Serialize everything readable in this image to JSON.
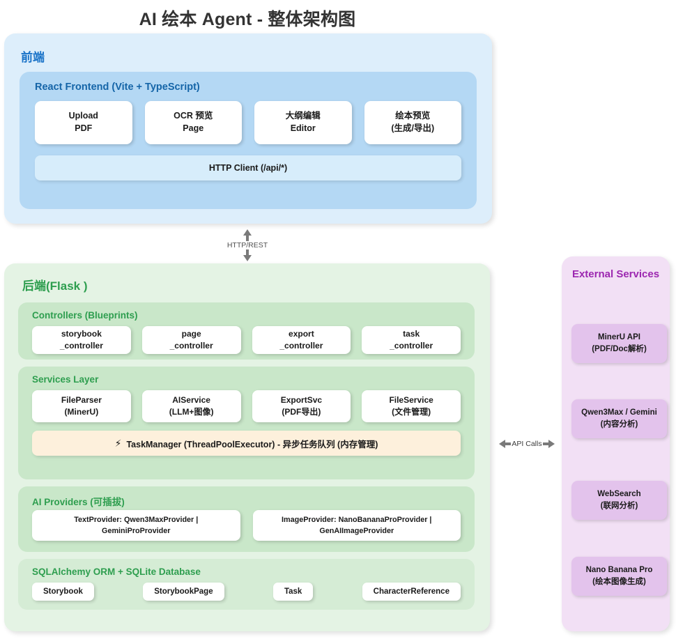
{
  "title": "AI 绘本 Agent - 整体架构图",
  "frontend": {
    "label": "前端",
    "inner_label": "React Frontend (Vite + TypeScript)",
    "cards": [
      {
        "line1": "Upload",
        "line2": "PDF"
      },
      {
        "line1": "OCR 预览",
        "line2": "Page"
      },
      {
        "line1": "大纲编辑",
        "line2": "Editor"
      },
      {
        "line1": "绘本预览",
        "line2": "(生成/导出)"
      }
    ],
    "http_client": "HTTP Client (/api/*)"
  },
  "connector_vertical": {
    "label": "HTTP/REST",
    "direction": "bidirectional"
  },
  "connector_horizontal": {
    "label": "API Calls",
    "direction": "bidirectional"
  },
  "backend": {
    "label": "后端(Flask )",
    "controllers": {
      "title": "Controllers (Blueprints)",
      "cards": [
        {
          "line1": "storybook",
          "line2": "_controller"
        },
        {
          "line1": "page",
          "line2": "_controller"
        },
        {
          "line1": "export",
          "line2": "_controller"
        },
        {
          "line1": "task",
          "line2": "_controller"
        }
      ]
    },
    "services": {
      "title": "Services Layer",
      "cards": [
        {
          "line1": "FileParser",
          "line2": "(MinerU)"
        },
        {
          "line1": "AIService",
          "line2": "(LLM+图像)"
        },
        {
          "line1": "ExportSvc",
          "line2": "(PDF导出)"
        },
        {
          "line1": "FileService",
          "line2": "(文件管理)"
        }
      ],
      "task_manager": {
        "icon": "bolt-icon",
        "icon_glyph": "⚡",
        "text": "TaskManager (ThreadPoolExecutor) - 异步任务队列 (内存管理)"
      }
    },
    "providers": {
      "title": "AI Providers (可插拔)",
      "cards": [
        {
          "line1": "TextProvider: Qwen3MaxProvider |",
          "line2": "GeminiProProvider"
        },
        {
          "line1": "ImageProvider: NanoBananaProProvider |",
          "line2": "GenAIImageProvider"
        }
      ]
    },
    "database": {
      "title": "SQLAlchemy ORM + SQLite Database",
      "entities": [
        "Storybook",
        "StorybookPage",
        "Task",
        "CharacterReference"
      ]
    }
  },
  "external": {
    "title": "External Services",
    "cards": [
      {
        "line1": "MinerU API",
        "line2": "(PDF/Doc解析)"
      },
      {
        "line1": "Qwen3Max / Gemini",
        "line2": "(内容分析)"
      },
      {
        "line1": "WebSearch",
        "line2": "(联网分析)"
      },
      {
        "line1": "Nano Banana Pro",
        "line2": "(绘本图像生成)"
      }
    ]
  },
  "colors": {
    "title_text": "#333333",
    "frontend_outer": "#ddeefb",
    "frontend_inner": "#b4d8f4",
    "frontend_accent": "#1a73c8",
    "backend_outer": "#e4f3e4",
    "backend_section": "#c9e7c9",
    "backend_accent": "#2e9e4f",
    "taskmanager_bg": "#fdf0dc",
    "external_outer": "#f2e0f5",
    "external_card": "#e3c3ec",
    "external_accent": "#9c27b0",
    "arrow": "#777777"
  }
}
